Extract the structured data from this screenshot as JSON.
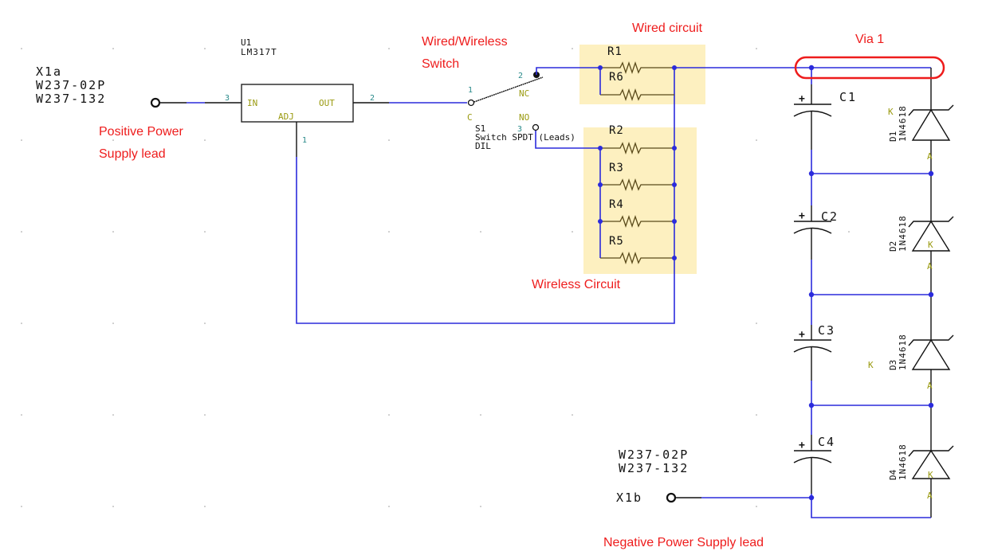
{
  "connectors": {
    "positive": {
      "ref": "X1a",
      "parts": [
        "W237-02P",
        "W237-132"
      ]
    },
    "negative": {
      "ref": "X1b",
      "parts": [
        "W237-02P",
        "W237-132"
      ]
    }
  },
  "regulator": {
    "ref": "U1",
    "part": "LM317T",
    "pins": {
      "in": "IN",
      "out": "OUT",
      "adj": "ADJ",
      "in_num": "3",
      "out_num": "2",
      "adj_num": "1"
    }
  },
  "switch": {
    "ref": "S1",
    "name": "Switch SPDT (Leads)",
    "line1": "S1",
    "line2": "Switch SPDT (Leads)",
    "line3": "DIL",
    "pins": {
      "c": "C",
      "nc": "NC",
      "no": "NO",
      "c_num": "1",
      "nc_num": "2",
      "no_num": "3"
    }
  },
  "resistors": [
    "R1",
    "R6",
    "R2",
    "R3",
    "R4",
    "R5"
  ],
  "capacitors": [
    "C1",
    "C2",
    "C3",
    "C4"
  ],
  "diodes": [
    {
      "ref": "D1",
      "part": "1N4618"
    },
    {
      "ref": "D2",
      "part": "1N4618"
    },
    {
      "ref": "D3",
      "part": "1N4618"
    },
    {
      "ref": "D4",
      "part": "1N4618"
    }
  ],
  "diode_pins": {
    "k": "K",
    "a": "A"
  },
  "annotations": {
    "positive_lead": [
      "Positive Power",
      "Supply lead"
    ],
    "switch": [
      "Wired/Wireless",
      "Switch"
    ],
    "wired": "Wired circuit",
    "wireless": "Wireless Circuit",
    "via": "Via 1",
    "negative_lead": "Negative Power Supply lead"
  },
  "colors": {
    "wire": "#2b2bdc",
    "annotation": "#ee1c1c",
    "highlight": "#fdf0c0"
  }
}
